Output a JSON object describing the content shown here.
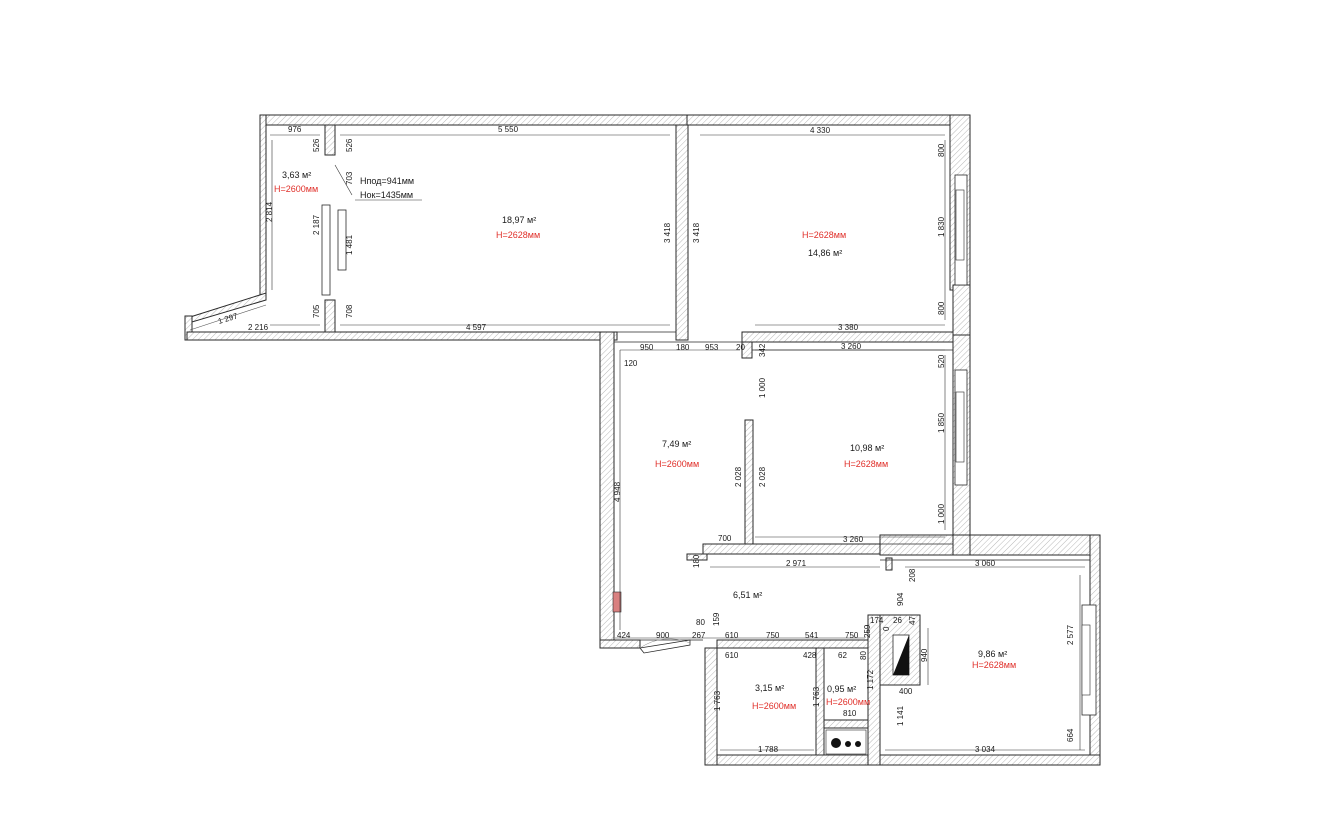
{
  "rooms": {
    "loggia": {
      "area": "3,63 м²",
      "height": "H=2600мм"
    },
    "living": {
      "area": "18,97 м²",
      "height": "H=2628мм"
    },
    "bedroom_ne": {
      "area": "14,86 м²",
      "height": "H=2628мм"
    },
    "hall": {
      "area": "7,49 м²",
      "height": "H=2600мм"
    },
    "bedroom_e": {
      "area": "10,98 м²",
      "height": "H=2628мм"
    },
    "corridor": {
      "area": "6,51 м²"
    },
    "kitchen": {
      "area": "9,86 м²",
      "height": "H=2628мм"
    },
    "bath": {
      "area": "3,15 м²",
      "height": "H=2600мм"
    },
    "wc": {
      "area": "0,95 м²",
      "height": "H=2600мм"
    }
  },
  "notes": {
    "sill_height": "Нпод=941мм",
    "window_height": "Нок=1435мм"
  },
  "dims": {
    "d976": "976",
    "d526a": "526",
    "d526b": "526",
    "d5550": "5 550",
    "d4330": "4 330",
    "d800a": "800",
    "d1830": "1 830",
    "d800b": "800",
    "d2814": "2 814",
    "d2187": "2 187",
    "d703": "703",
    "d1481": "1 481",
    "d3418a": "3 418",
    "d3418b": "3 418",
    "d705": "705",
    "d708": "708",
    "d1297": "1 297",
    "d2216": "2 216",
    "d4597": "4 597",
    "d3380": "3 380",
    "d950": "950",
    "d180a": "180",
    "d953": "953",
    "d20": "20",
    "d342": "342",
    "d3260a": "3 260",
    "d520": "520",
    "d120": "120",
    "d1000a": "1 000",
    "d1850": "1 850",
    "d4948": "4 948",
    "d2028a": "2 028",
    "d2028b": "2 028",
    "d1000b": "1 000",
    "d700": "700",
    "d3260b": "3 260",
    "d180b": "180",
    "d2971": "2 971",
    "d208": "208",
    "d3060": "3 060",
    "d904": "904",
    "d174": "174",
    "d26": "26",
    "d47": "47",
    "d0": "0",
    "d80a": "80",
    "d159": "159",
    "d424": "424",
    "d900": "900",
    "d267": "267",
    "d610a": "610",
    "d750a": "750",
    "d541": "541",
    "d750b": "750",
    "d259": "259",
    "d940": "940",
    "d2577": "2 577",
    "d610b": "610",
    "d428": "428",
    "d62": "62",
    "d80b": "80",
    "d1172": "1 172",
    "d400": "400",
    "d1763a": "1 763",
    "d1763b": "1 763",
    "d810": "810",
    "d1141": "1 141",
    "d1788": "1 788",
    "d3034": "3 034",
    "d664": "664"
  },
  "colors": {
    "wall_stroke": "#2a2a2a",
    "height_text": "#e0302a",
    "text": "#1a1a1a",
    "riser": "#d98080"
  }
}
